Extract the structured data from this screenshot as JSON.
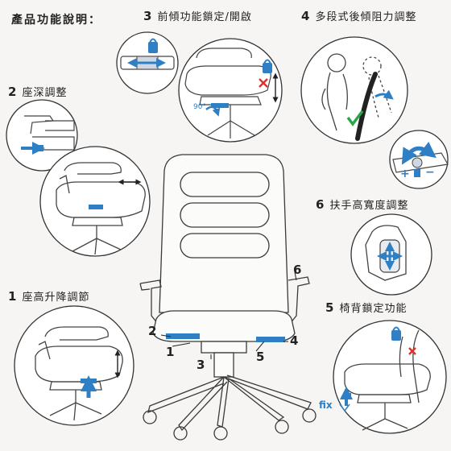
{
  "heading": "產品功能說明：",
  "features": [
    {
      "num": "1",
      "label": "座高升降調節"
    },
    {
      "num": "2",
      "label": "座深調整"
    },
    {
      "num": "3",
      "label": "前傾功能鎖定/開啟"
    },
    {
      "num": "4",
      "label": "多段式後傾阻力調整"
    },
    {
      "num": "5",
      "label": "椅背鎖定功能"
    },
    {
      "num": "6",
      "label": "扶手高寬度調整"
    }
  ],
  "callouts": [
    "2",
    "1",
    "3",
    "5",
    "4",
    "6"
  ],
  "annotations": {
    "angle": "90°",
    "fix": "fix",
    "plus": "+",
    "minus": "−"
  },
  "colors": {
    "blue": "#2f7fc4",
    "red": "#d9352b",
    "green": "#2aa548",
    "line": "#3a3a3a",
    "circle_fill": "#ffffff"
  }
}
